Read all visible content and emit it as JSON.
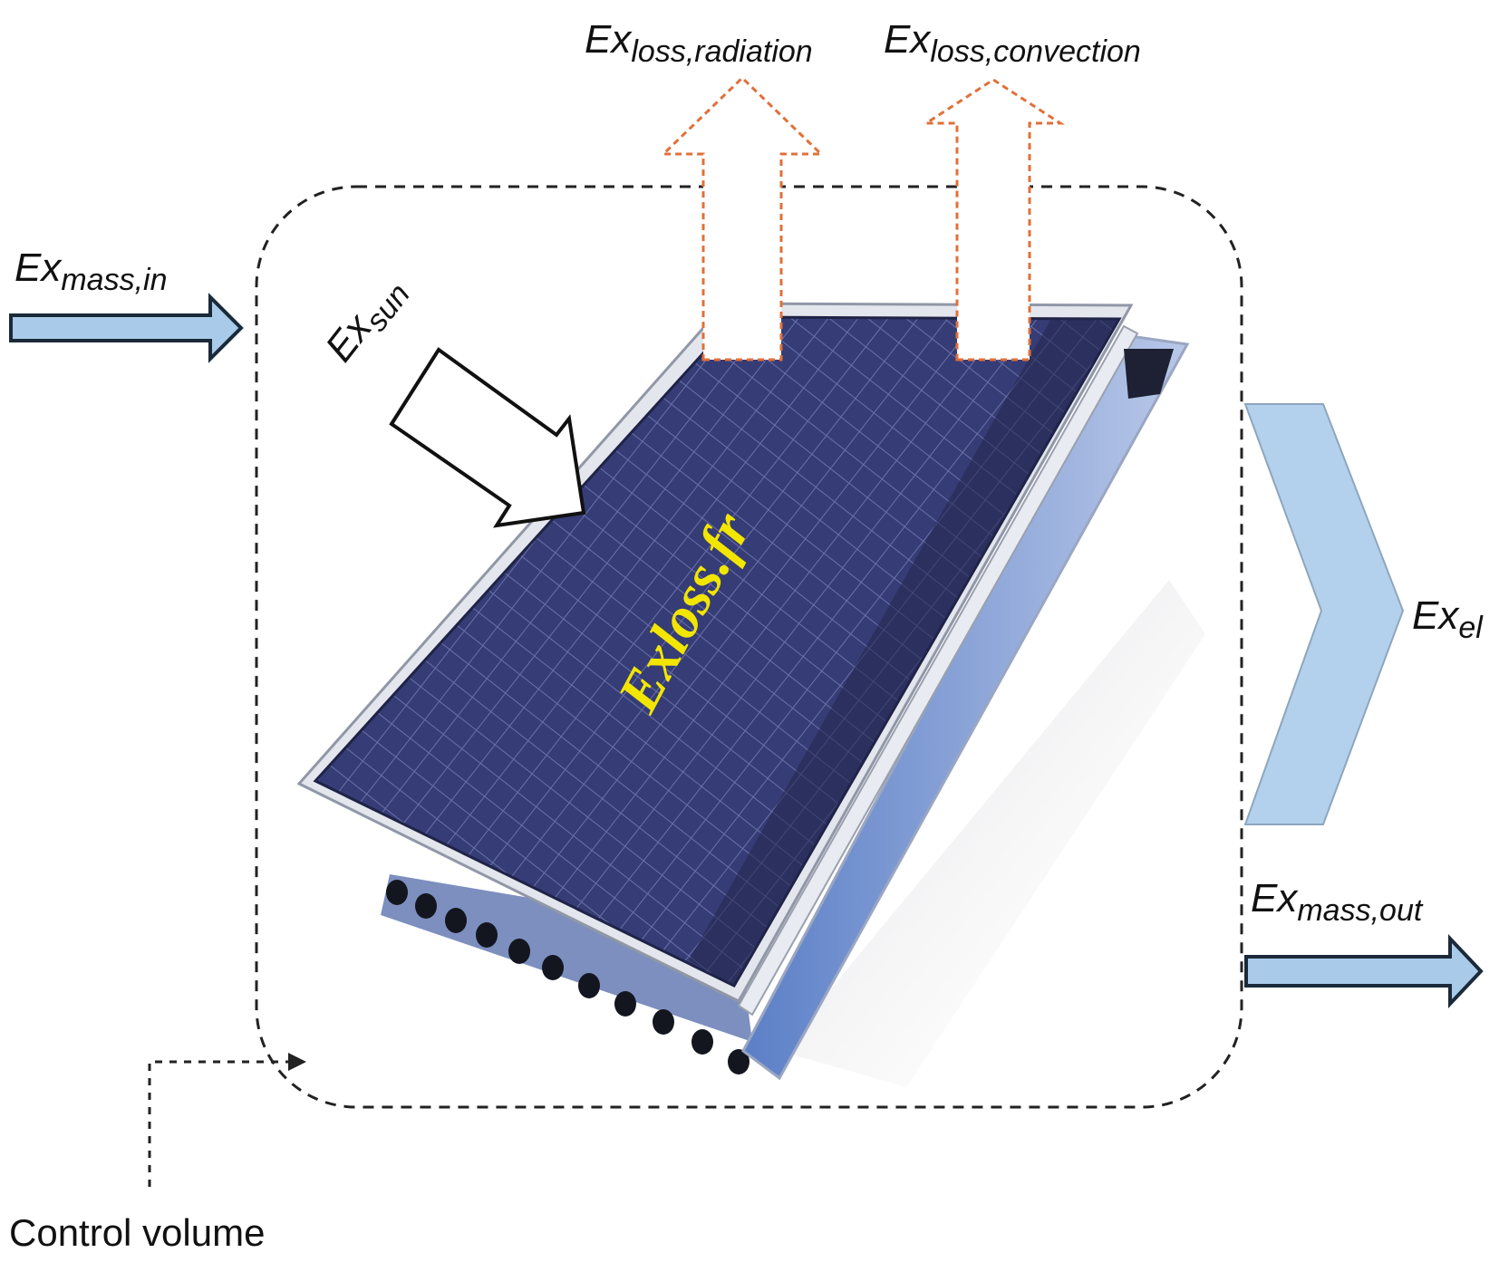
{
  "labels": {
    "ex_loss_radiation": {
      "main": "Ex",
      "sub": "loss,radiation"
    },
    "ex_loss_convection": {
      "main": "Ex",
      "sub": "loss,convection"
    },
    "ex_mass_in": {
      "main": "Ex",
      "sub": "mass,in"
    },
    "ex_sun": {
      "main": "Ex",
      "sub": "sun"
    },
    "ex_el": {
      "main": "Ex",
      "sub": "el"
    },
    "ex_mass_out": {
      "main": "Ex",
      "sub": "mass,out"
    },
    "control_volume": "Control volume"
  },
  "watermark": "Exloss.fr",
  "colors": {
    "arrow_fill": "#a9cbe9",
    "arrow_stroke": "#2c4a66",
    "loss_arrow_stroke": "#e0703a",
    "panel_dark": "#2e3466",
    "panel_grid": "#5a609a",
    "frame": "#d9dde6",
    "watermark": "#f2e600"
  }
}
